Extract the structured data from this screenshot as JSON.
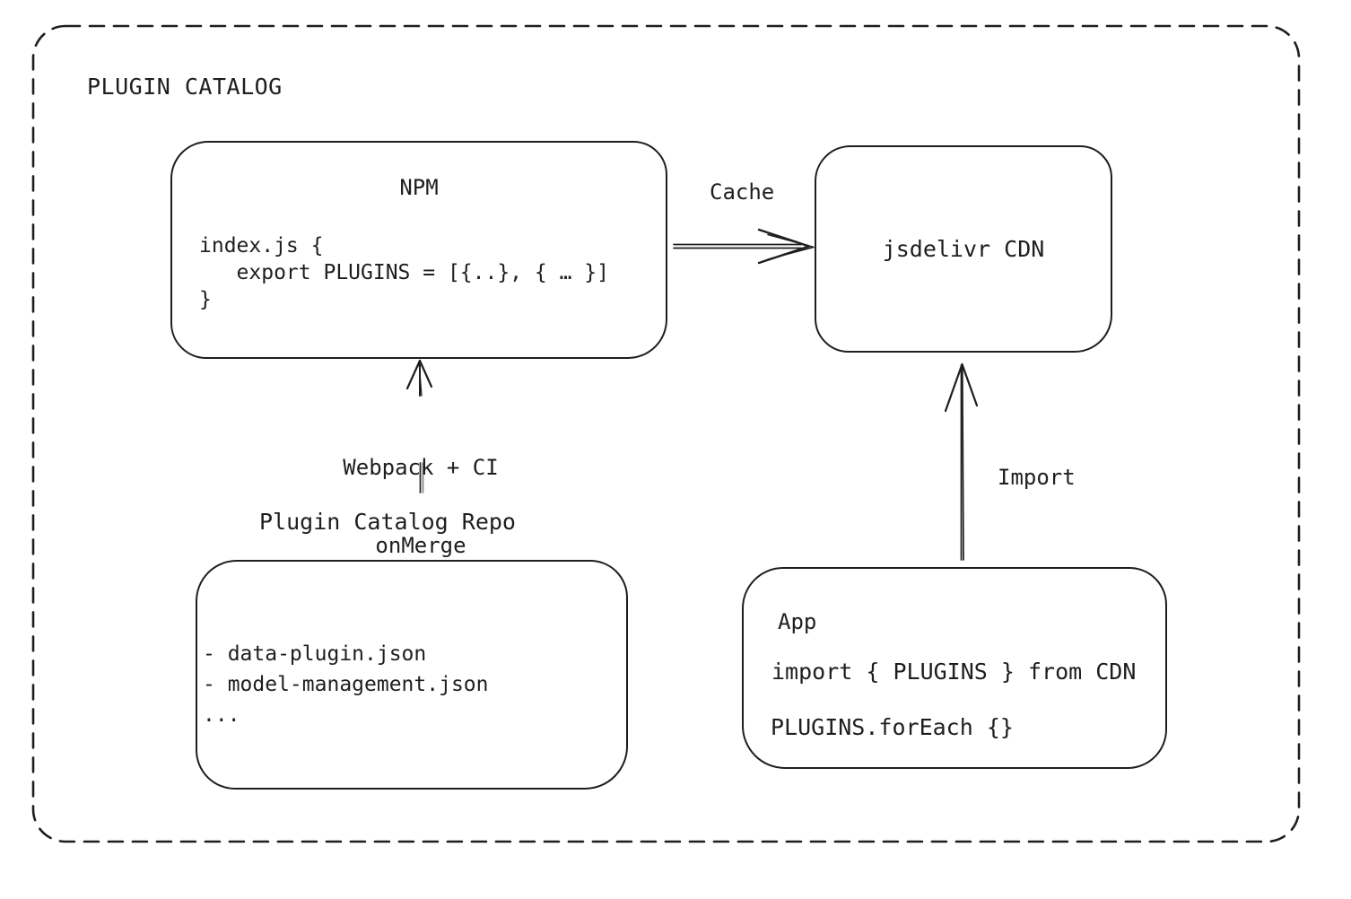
{
  "title": "PLUGIN CATALOG",
  "colors": {
    "ink": "#1e1e1e",
    "background": "#ffffff"
  },
  "nodes": {
    "npm": {
      "title": "NPM",
      "lines": [
        "index.js {",
        "   export PLUGINS = [{..}, { … }]",
        "}"
      ]
    },
    "cdn": {
      "title": "jsdelivr CDN"
    },
    "repo": {
      "label": "Plugin Catalog Repo",
      "lines": [
        "- data-plugin.json",
        "- model-management.json",
        "..."
      ]
    },
    "app": {
      "title": "App",
      "lines": [
        "import { PLUGINS } from CDN",
        "PLUGINS.forEach {}"
      ]
    }
  },
  "arrows": {
    "cache": {
      "label": "Cache"
    },
    "build": {
      "label_line1": "Webpack + CI",
      "label_line2": "onMerge"
    },
    "import": {
      "label": "Import"
    }
  }
}
